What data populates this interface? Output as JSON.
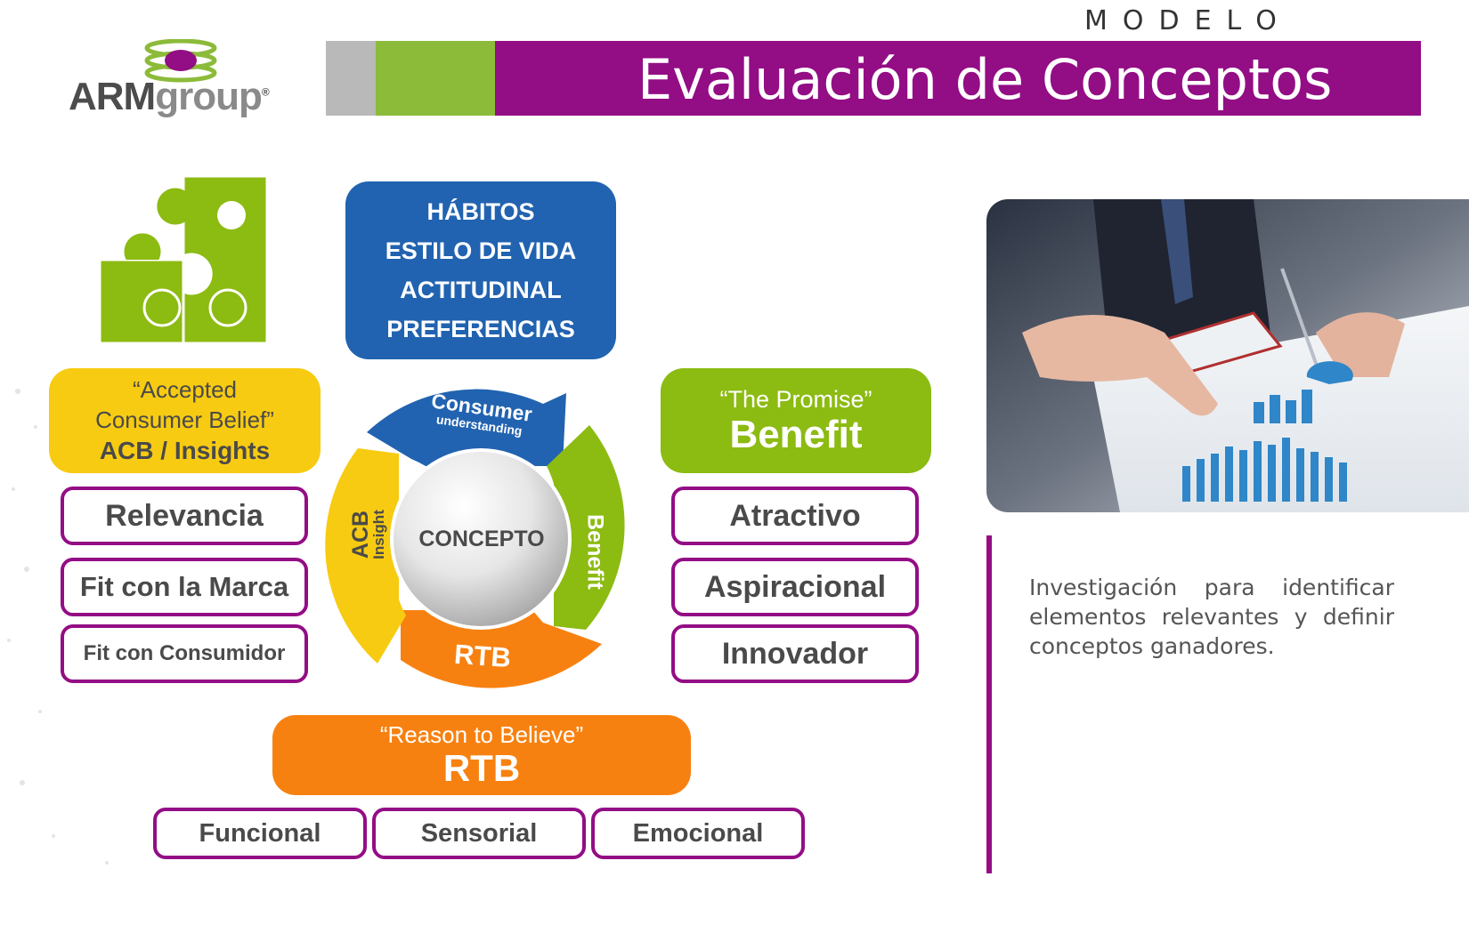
{
  "header": {
    "eyebrow": "MODELO",
    "title": "Evaluación de Conceptos",
    "colors": {
      "purple": "#930d85",
      "green": "#8cbb3a",
      "gray": "#b9b9b9"
    }
  },
  "logo": {
    "brand_bold": "ARM",
    "brand_light": "group",
    "mark": "®"
  },
  "habitos": {
    "lines": [
      "HÁBITOS",
      "ESTILO DE VIDA",
      "ACTITUDINAL",
      "PREFERENCIAS"
    ],
    "color": "#2163b0"
  },
  "acb": {
    "quote_line1": "“Accepted",
    "quote_line2": "Consumer Belief”",
    "subtitle": "ACB / Insights",
    "color": "#f7cb12",
    "items": [
      "Relevancia",
      "Fit con la Marca",
      "Fit con Consumidor"
    ]
  },
  "benefit": {
    "quote": "“The Promise”",
    "subtitle": "Benefit",
    "color": "#8cbb12",
    "items": [
      "Atractivo",
      "Aspiracional",
      "Innovador"
    ]
  },
  "rtb": {
    "quote": "“Reason to Believe”",
    "subtitle": "RTB",
    "color": "#f78110",
    "items": [
      "Funcional",
      "Sensorial",
      "Emocional"
    ]
  },
  "cycle": {
    "center": "CONCEPTO",
    "top_line1": "Consumer",
    "top_line2": "understanding",
    "left_line1": "ACB",
    "left_line2": "Insight",
    "right": "Benefit",
    "bottom": "RTB"
  },
  "description": "Investigación para identificar elementos relevantes y definir conceptos ganadores.",
  "icons": [
    "puzzle-icon",
    "arm-logo-icon",
    "business-photo"
  ]
}
